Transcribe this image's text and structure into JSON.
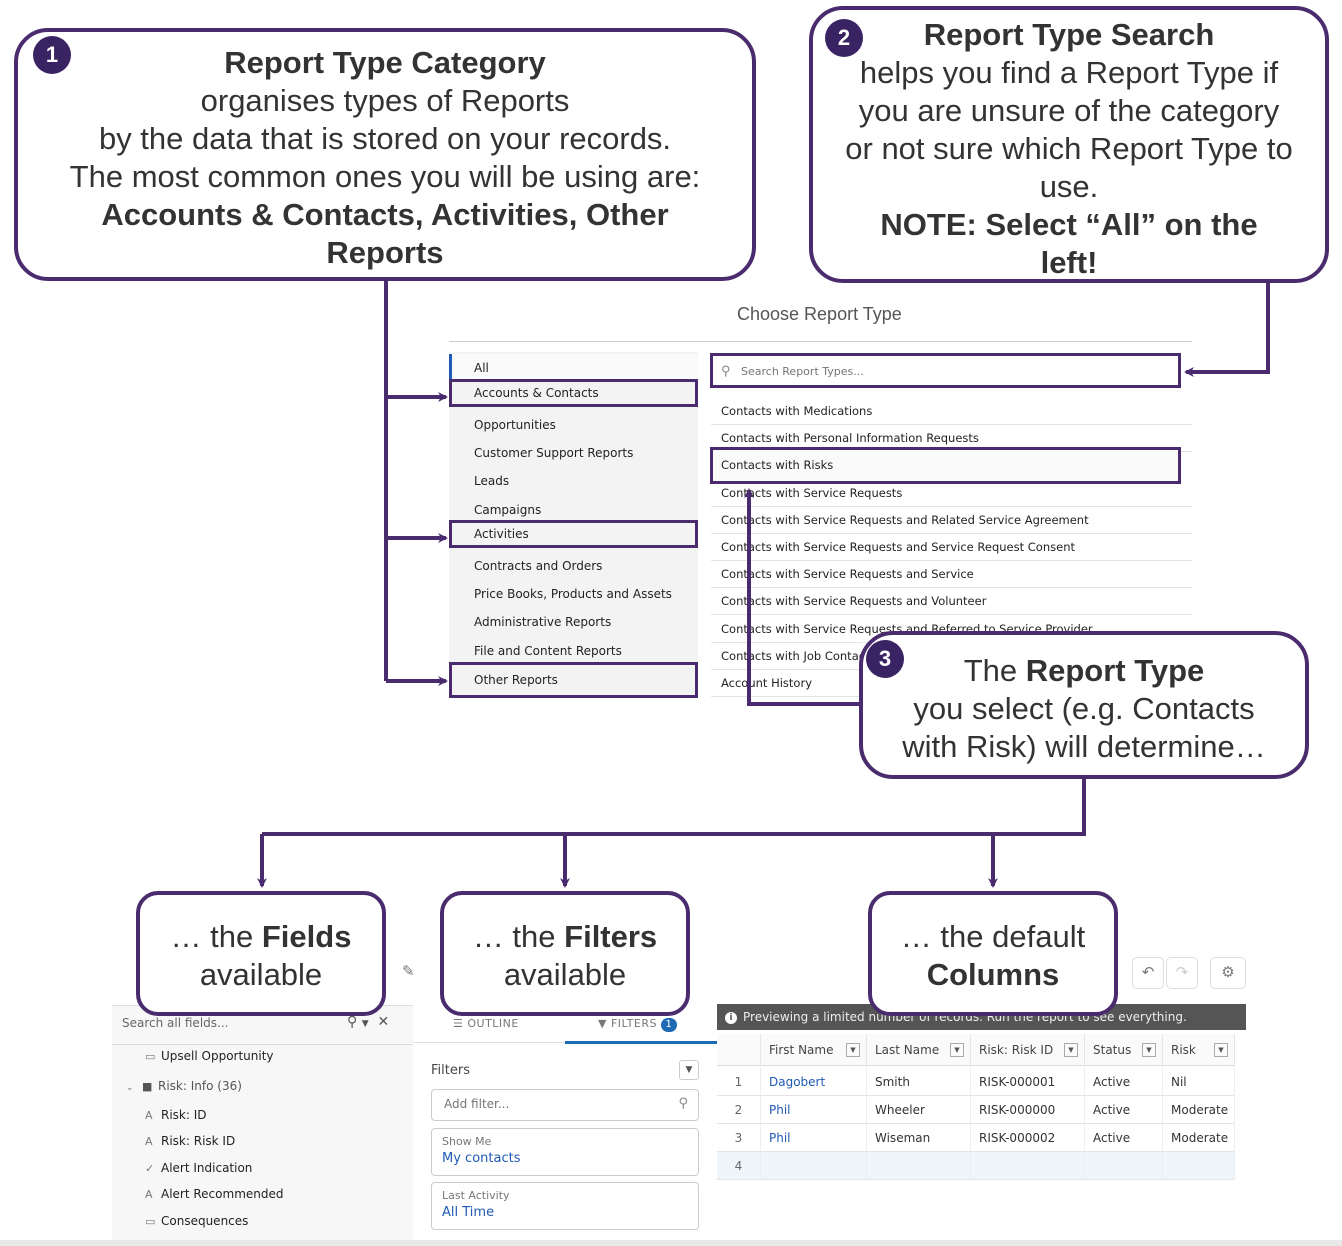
{
  "callouts": {
    "c1": {
      "badge": "1",
      "title": "Report Type Category",
      "line1": "organises types of Reports",
      "line2": "by the data that is stored on your records.",
      "line3": "The most common ones you will be using are:",
      "emphasis": "Accounts & Contacts, Activities, Other Reports"
    },
    "c2": {
      "badge": "2",
      "title": "Report Type Search",
      "line1": "helps you find a Report Type if you are unsure of the category or not sure which Report Type to use.",
      "note": "NOTE: Select “All” on the left!"
    },
    "c3": {
      "badge": "3",
      "pre": "The ",
      "bold": "Report Type",
      "rest": "you select (e.g. Contacts with Risk) will determine…"
    },
    "fields": {
      "pre": "… the ",
      "bold": "Fields",
      "rest": "available"
    },
    "filters": {
      "pre": "… the ",
      "bold": "Filters",
      "rest": "available"
    },
    "columns": {
      "pre": "… the default",
      "bold": "Columns"
    }
  },
  "chooser": {
    "title": "Choose Report Type",
    "search_placeholder": "Search Report Types...",
    "categories": [
      "All",
      "Accounts & Contacts",
      "Opportunities",
      "Customer Support Reports",
      "Leads",
      "Campaigns",
      "Activities",
      "Contracts and Orders",
      "Price Books, Products and Assets",
      "Administrative Reports",
      "File and Content Reports",
      "Other Reports"
    ],
    "report_types": [
      "Contacts with Medications",
      "Contacts with Personal Information Requests",
      "Contacts with Risks",
      "Contacts with Service Requests",
      "Contacts with Service Requests and Related Service Agreement",
      "Contacts with Service Requests and Service Request Consent",
      "Contacts with Service Requests and Service",
      "Contacts with Service Requests and Volunteer",
      "Contacts with Service Requests and Referred to Service Provider",
      "Contacts with Job Contacts",
      "Account History"
    ]
  },
  "fields_panel": {
    "search_placeholder": "Search all fields...",
    "items": [
      {
        "icon": "▭",
        "label": "Upsell Opportunity"
      },
      {
        "icon": "📁",
        "label": "Risk: Info (36)"
      },
      {
        "icon": "A",
        "label": "Risk: ID"
      },
      {
        "icon": "A",
        "label": "Risk: Risk ID"
      },
      {
        "icon": "✓",
        "label": "Alert Indication"
      },
      {
        "icon": "A",
        "label": "Alert Recommended"
      },
      {
        "icon": "▭",
        "label": "Consequences"
      }
    ]
  },
  "filters_panel": {
    "tab_outline": "OUTLINE",
    "tab_filters": "FILTERS",
    "filter_count": "1",
    "title": "Filters",
    "add_placeholder": "Add filter...",
    "show_me_label": "Show Me",
    "show_me_value": "My contacts",
    "last_activity_label": "Last Activity",
    "last_activity_value": "All Time"
  },
  "preview": {
    "message": "Previewing a limited number of records. Run the report to see everything.",
    "columns": [
      "First Name",
      "Last Name",
      "Risk: Risk ID",
      "Status",
      "Risk"
    ],
    "rows": [
      [
        "1",
        "Dagobert",
        "Smith",
        "RISK-000001",
        "Active",
        "Nil"
      ],
      [
        "2",
        "Phil",
        "Wheeler",
        "RISK-000000",
        "Active",
        "Moderate"
      ],
      [
        "3",
        "Phil",
        "Wiseman",
        "RISK-000002",
        "Active",
        "Moderate"
      ],
      [
        "4",
        "",
        "",
        "",
        "",
        ""
      ]
    ]
  },
  "colors": {
    "accent": "#4a2c6e",
    "badge": "#3a2363",
    "link": "#1f5ab5"
  }
}
